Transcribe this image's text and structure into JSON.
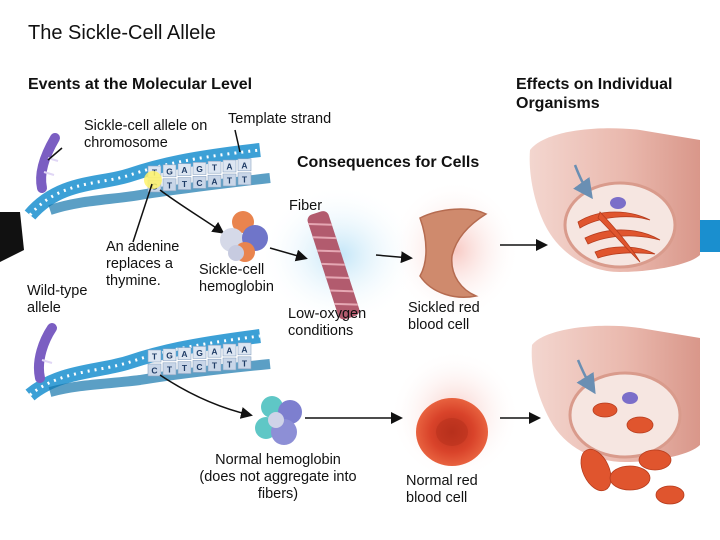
{
  "title": "The Sickle-Cell Allele",
  "section_molecular": "Events at the Molecular Level",
  "section_organisms": "Effects on Individual Organisms",
  "section_cells": "Consequences for Cells",
  "labels": {
    "sickle_allele": "Sickle-cell allele on chromosome",
    "template_strand": "Template strand",
    "fiber": "Fiber",
    "adenine": "An adenine replaces a thymine.",
    "wild_type": "Wild-type allele",
    "sickle_hemoglobin": "Sickle-cell hemoglobin",
    "low_oxygen": "Low-oxygen conditions",
    "sickled_rbc": "Sickled red blood cell",
    "normal_hemoglobin": "Normal hemoglobin (does not aggregate into fibers)",
    "normal_rbc": "Normal red blood cell"
  },
  "dna_bases_top": [
    "T",
    "G",
    "A",
    "G",
    "T",
    "A",
    "A"
  ],
  "dna_bases_bottom": [
    "C",
    "T",
    "T",
    "C",
    "A",
    "T",
    "T"
  ],
  "dna_bases_top2": [
    "T",
    "G",
    "A",
    "G",
    "A",
    "A",
    "A"
  ],
  "dna_bases_bottom2": [
    "C",
    "T",
    "T",
    "C",
    "T",
    "T",
    "T"
  ]
}
